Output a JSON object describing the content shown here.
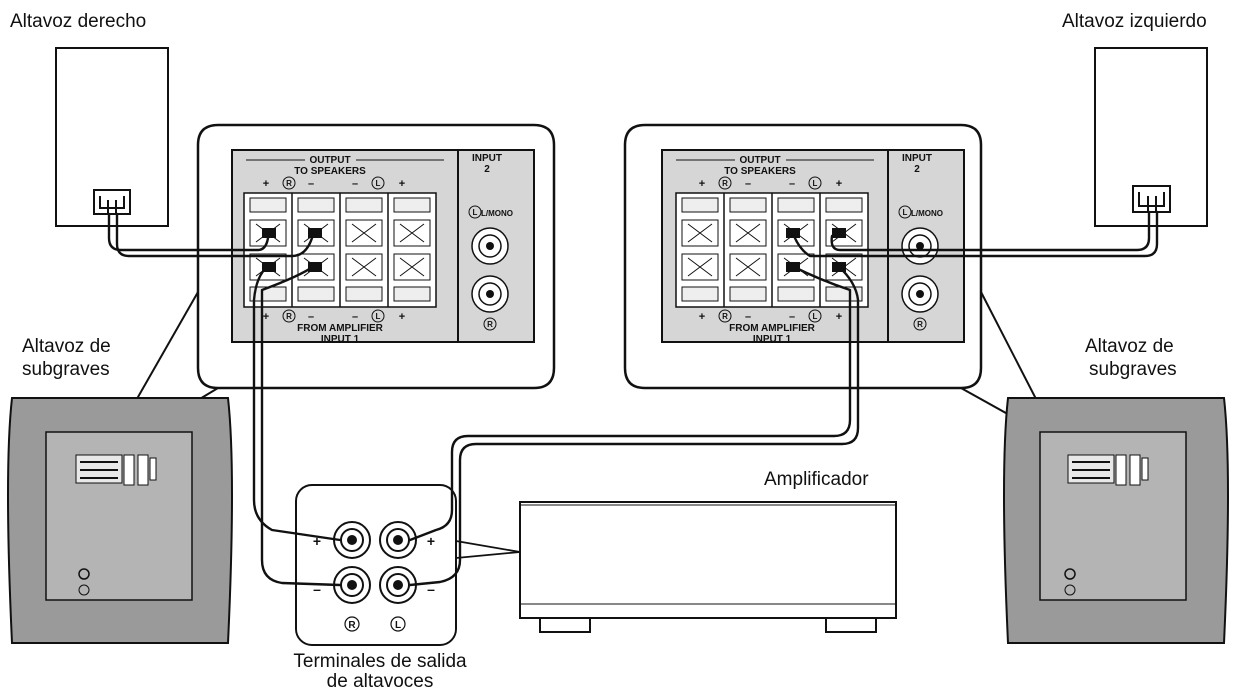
{
  "labels": {
    "right_speaker": "Altavoz derecho",
    "left_speaker": "Altavoz izquierdo",
    "subwoofer_left_line1": "Altavoz de",
    "subwoofer_left_line2": "subgraves",
    "subwoofer_right_line1": "Altavoz de",
    "subwoofer_right_line2": "subgraves",
    "amplifier": "Amplificador",
    "terminals_line1": "Terminales de salida",
    "terminals_line2": "de altavoces"
  },
  "panel": {
    "output_line1": "OUTPUT",
    "output_line2": "TO SPEAKERS",
    "input2_line1": "INPUT",
    "input2_line2": "2",
    "lmono": "L/MONO",
    "from_amplifier": "FROM AMPLIFIER",
    "input1": "INPUT 1",
    "plus": "+",
    "minus": "–",
    "r": "R",
    "l": "L"
  },
  "amp_terminals": {
    "plus": "+",
    "minus": "–",
    "r": "R",
    "l": "L"
  },
  "colors": {
    "panel_fill": "#d6d6d6",
    "subwoofer_fill": "#9a9a9a",
    "line": "#111111"
  }
}
